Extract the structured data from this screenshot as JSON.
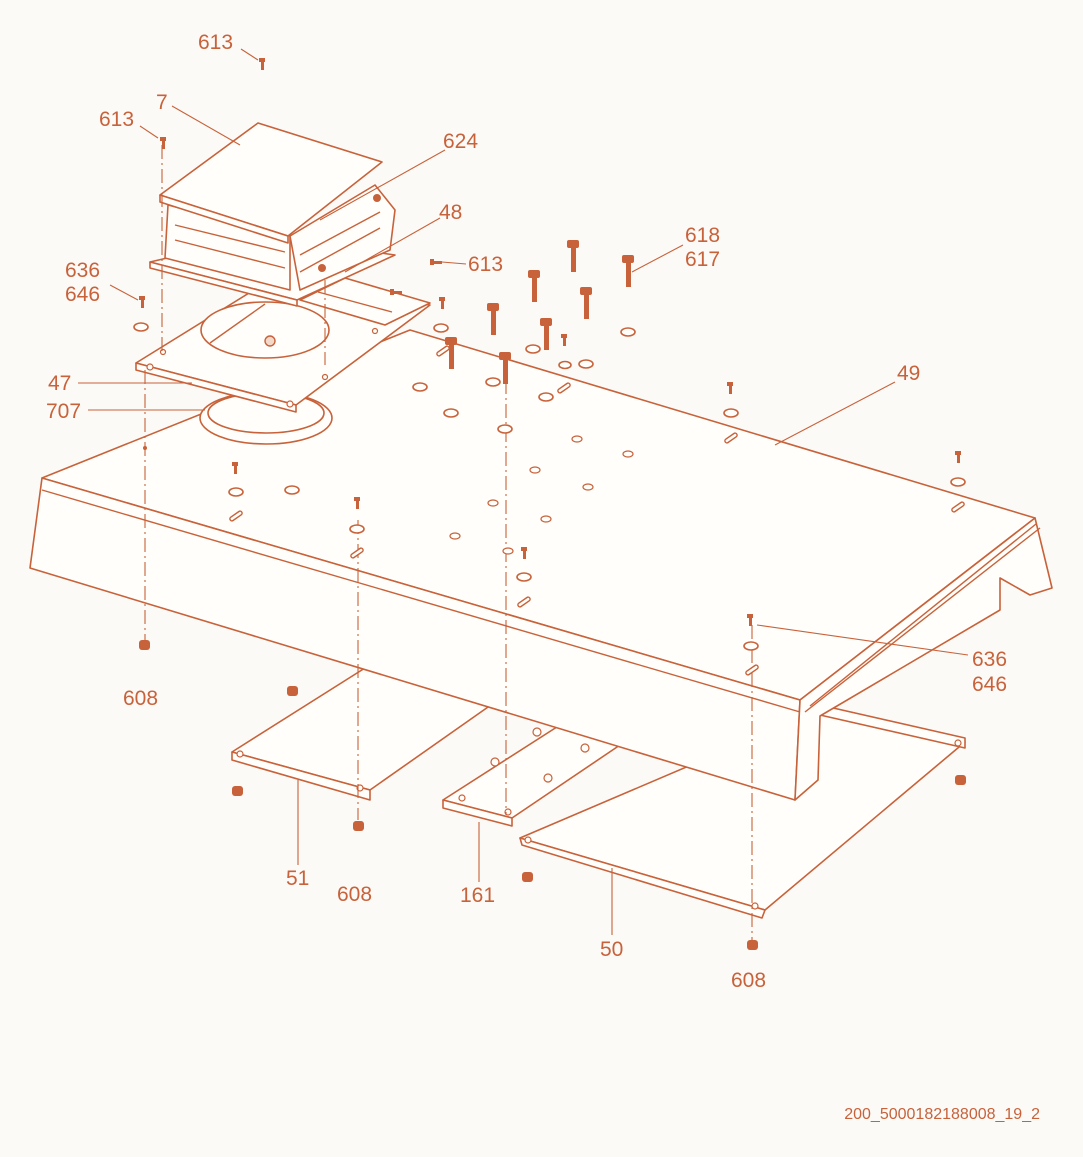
{
  "diagram": {
    "part_labels": {
      "l613_top": "613",
      "l7": "7",
      "l613_left": "613",
      "l624": "624",
      "l48": "48",
      "l613_mid": "613",
      "l618": "618",
      "l617": "617",
      "l636_left": "636",
      "l646_left": "646",
      "l47": "47",
      "l707": "707",
      "l49": "49",
      "l608_left": "608",
      "l636_right": "636",
      "l646_right": "646",
      "l51": "51",
      "l608_mid": "608",
      "l161": "161",
      "l50": "50",
      "l608_right": "608"
    },
    "document_id": "200_5000182188008_19_2"
  },
  "colors": {
    "line": "#c8623a",
    "background": "#fbfaf7"
  }
}
